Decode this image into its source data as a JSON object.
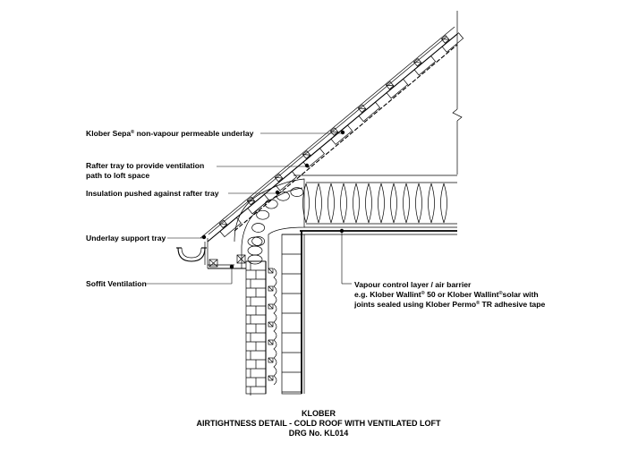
{
  "labels": {
    "underlay_a": "Klober Sepa",
    "underlay_sup": "®",
    "underlay_b": " non-vapour permeable underlay",
    "rafter_tray_1": "Rafter tray to provide ventilation",
    "rafter_tray_2": "path to loft space",
    "insulation": "Insulation pushed against rafter tray",
    "support_tray": "Underlay support tray",
    "soffit": "Soffit Ventilation",
    "vcl_1": "Vapour control layer / air barrier",
    "vcl_2a": "e.g. Klober Wallint",
    "vcl_2sup1": "®",
    "vcl_2b": " 50 or Klober Wallint",
    "vcl_2sup2": "®",
    "vcl_2c": "solar with",
    "vcl_3a": "joints sealed using Klober Permo",
    "vcl_3sup": "®",
    "vcl_3b": " TR adhesive tape"
  },
  "title_block": {
    "line1": "KLOBER",
    "line2": "AIRTIGHTNESS DETAIL - COLD ROOF WITH VENTILATED LOFT",
    "line3": "DRG No. KL014"
  },
  "colors": {
    "line": "#000000",
    "background": "#ffffff"
  }
}
